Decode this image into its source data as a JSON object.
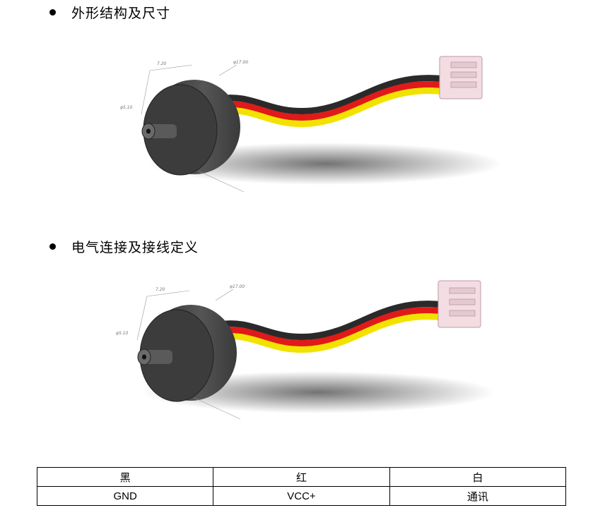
{
  "sections": [
    {
      "title": "外形结构及尺寸"
    },
    {
      "title": "电气连接及接线定义"
    }
  ],
  "figure": {
    "dimension_labels": [
      "7.20",
      "φ17.00",
      "φ5.10"
    ],
    "wire_colors": {
      "black": "#2a2a2a",
      "red": "#e01a1a",
      "yellow": "#f2e200"
    },
    "body_color": "#4a4a4a",
    "connector_color": "#f3dde3"
  },
  "pin_table": {
    "header": [
      "黑",
      "红",
      "白"
    ],
    "row": [
      "GND",
      "VCC+",
      "通讯"
    ]
  }
}
